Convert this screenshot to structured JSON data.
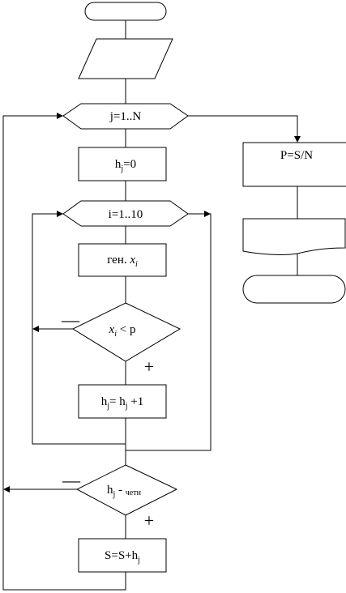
{
  "nodes": {
    "start": "",
    "input": "",
    "loop_j": "j=1..N",
    "h_init": {
      "base": "h",
      "sub": "j",
      "rest": "=0"
    },
    "loop_i": "i=1..10",
    "gen": {
      "text": "ген. ",
      "var": "x",
      "sub": "i"
    },
    "cond_x": {
      "var": "x",
      "sub": "i",
      "rest": " < p"
    },
    "h_inc": {
      "base1": "h",
      "sub1": "j",
      "mid": "= h",
      "sub2": "j",
      "rest": " +1"
    },
    "cond_even": {
      "base": "h",
      "sub": "j",
      "rest": " - ",
      "small": "четн"
    },
    "sum": {
      "text": "S=S+h",
      "sub": "j"
    },
    "avg": "P=S/N",
    "output": "",
    "end": ""
  },
  "branch_labels": {
    "yes": "+",
    "no": "—"
  }
}
